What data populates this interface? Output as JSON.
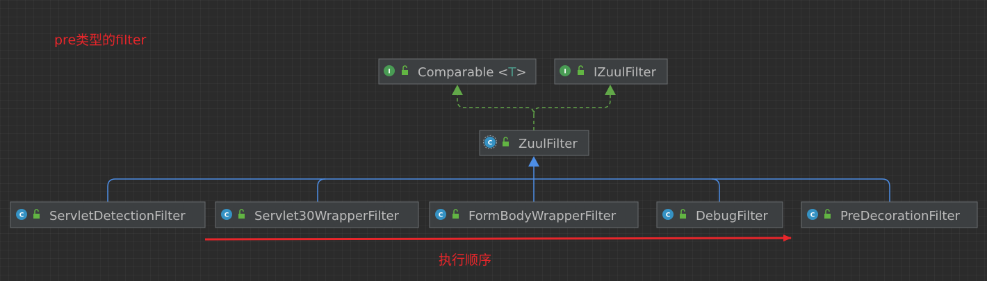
{
  "title_annotation": "pre类型的filter",
  "order_annotation": "执行顺序",
  "colors": {
    "interface_icon": "#499c54",
    "class_icon": "#3592c4",
    "lock_icon": "#62b543",
    "implements_edge": "#62a849",
    "extends_edge": "#4d8ee6",
    "annotation": "#e8262b",
    "box_fill": "#3c3f41",
    "box_border": "#6a6d70",
    "label_text": "#bbbbbb"
  },
  "nodes": {
    "comparable": {
      "label": "Comparable <",
      "type_param": "T",
      "label_suffix": ">",
      "kind": "interface",
      "icon_letter": "I"
    },
    "izuulfilter": {
      "label": "IZuulFilter",
      "kind": "interface",
      "icon_letter": "I"
    },
    "zuulfilter": {
      "label": "ZuulFilter",
      "kind": "abstract-class",
      "icon_letter": "C"
    },
    "servletdetectionfilter": {
      "label": "ServletDetectionFilter",
      "kind": "class",
      "icon_letter": "C"
    },
    "servlet30wrapperfilter": {
      "label": "Servlet30WrapperFilter",
      "kind": "class",
      "icon_letter": "C"
    },
    "formbodywrapperfilter": {
      "label": "FormBodyWrapperFilter",
      "kind": "class",
      "icon_letter": "C"
    },
    "debugfilter": {
      "label": "DebugFilter",
      "kind": "class",
      "icon_letter": "C"
    },
    "predecorationfilter": {
      "label": "PreDecorationFilter",
      "kind": "class",
      "icon_letter": "C"
    }
  },
  "edges": [
    {
      "from": "zuulfilter",
      "to": "comparable",
      "relation": "implements"
    },
    {
      "from": "zuulfilter",
      "to": "izuulfilter",
      "relation": "implements"
    },
    {
      "from": "servletdetectionfilter",
      "to": "zuulfilter",
      "relation": "extends"
    },
    {
      "from": "servlet30wrapperfilter",
      "to": "zuulfilter",
      "relation": "extends"
    },
    {
      "from": "formbodywrapperfilter",
      "to": "zuulfilter",
      "relation": "extends"
    },
    {
      "from": "debugfilter",
      "to": "zuulfilter",
      "relation": "extends"
    },
    {
      "from": "predecorationfilter",
      "to": "zuulfilter",
      "relation": "extends"
    }
  ]
}
